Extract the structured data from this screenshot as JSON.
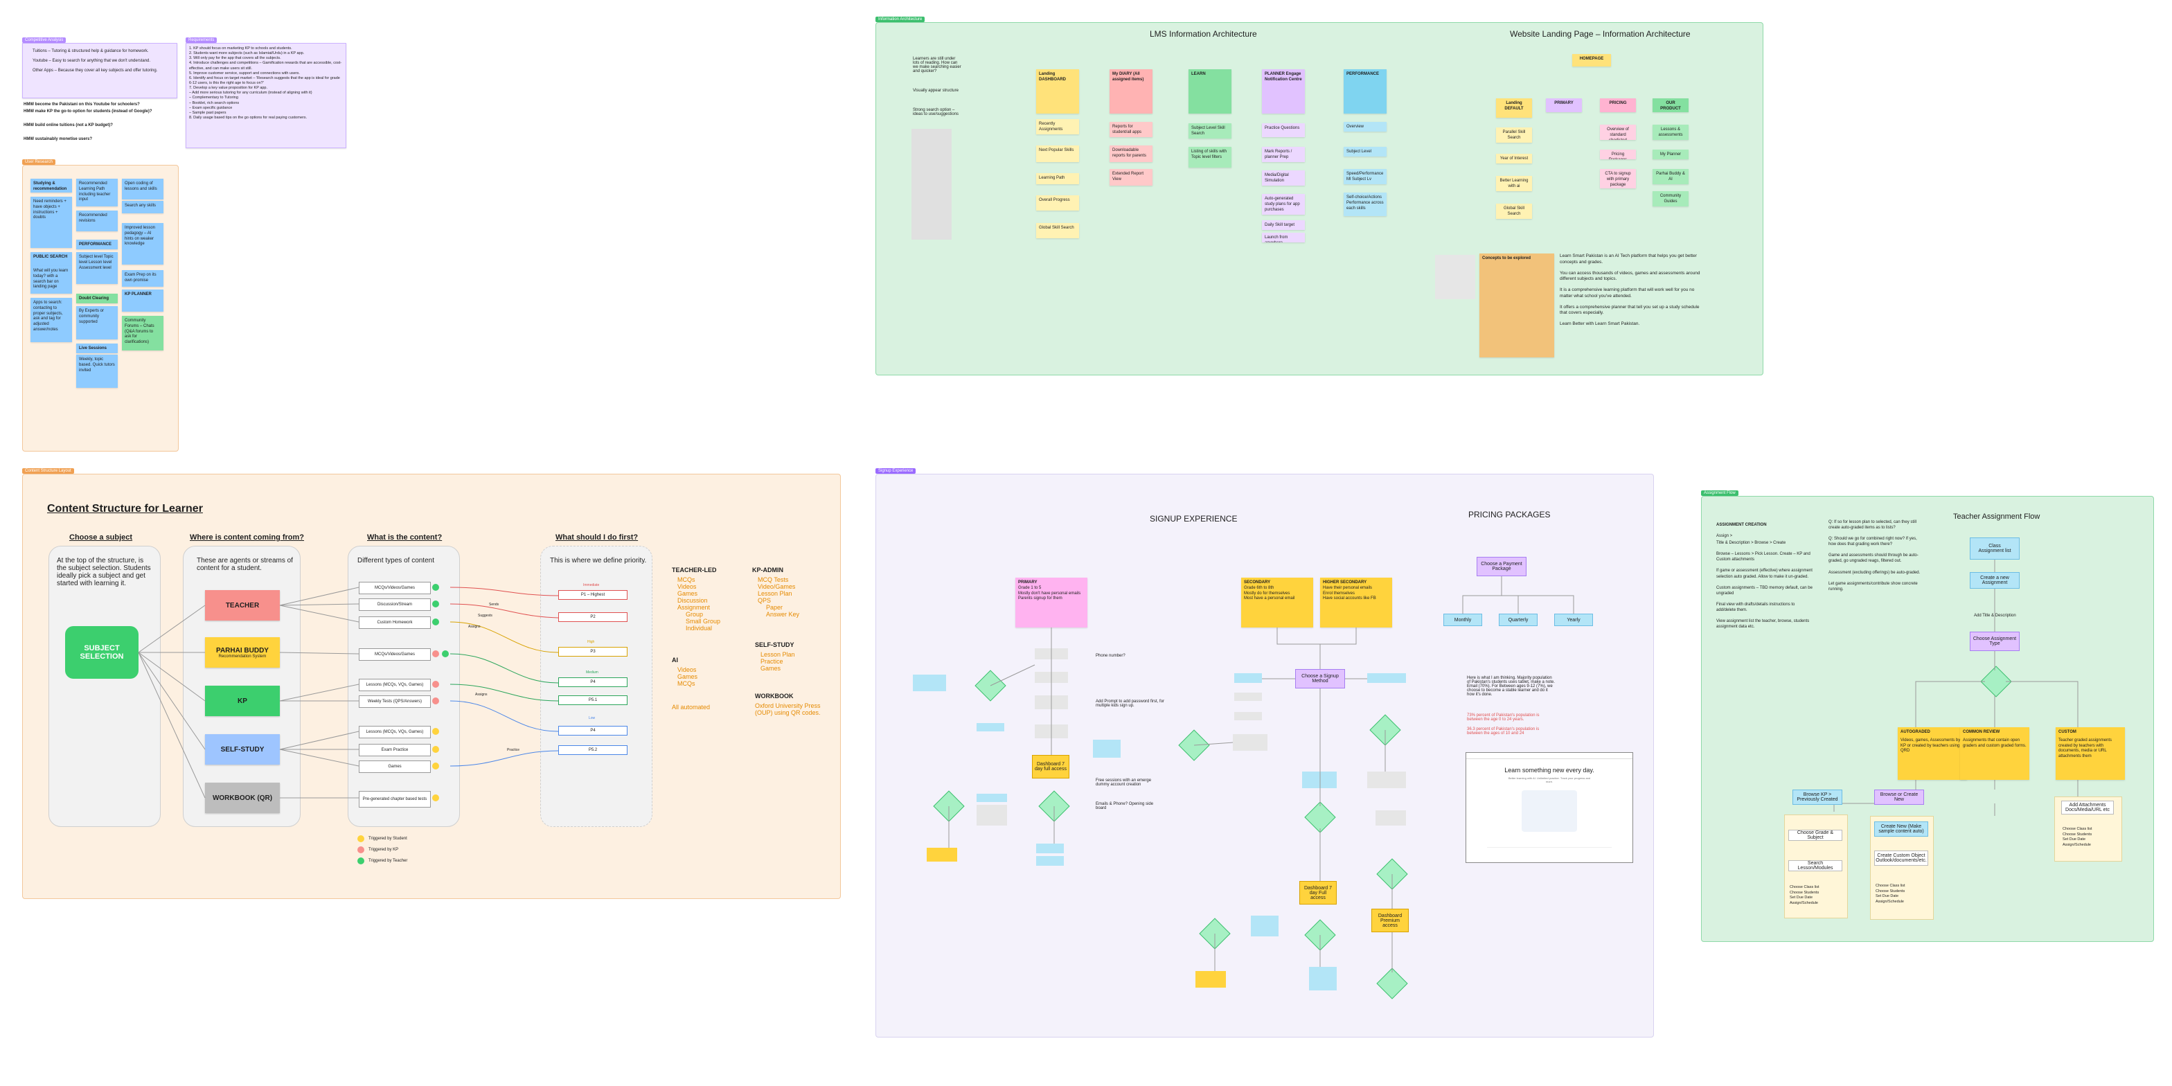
{
  "colors": {
    "sticky_purple": "#e8d9ff",
    "sticky_blue": "#8ecbff",
    "sticky_green": "#84e0a0",
    "sticky_yellow": "#ffe27a",
    "sticky_pink": "#ffb3d1",
    "section_green": "#d9f2e0",
    "section_orange": "#fdf0e1",
    "section_lavender": "#f4f2fb",
    "brand_green": "#3ccf6e",
    "teacher_red": "#f7908c",
    "parhai_yellow": "#ffd33d",
    "self_blue": "#9ec5ff",
    "workbook_grey": "#bdbdbd"
  },
  "top_left": {
    "section_a_tag": "Competitive Analysis",
    "notes_card_1": [
      "Tuitions – Tutoring & structured help & guidance for homework.",
      "Youtube – Easy to search for anything that we don't understand.",
      "Other Apps – Because they cover all key subjects and offer tutoring."
    ],
    "section_b_tag": "Requirements",
    "notes_card_2": [
      "1. KP should focus on marketing KP to schools and students.",
      "2. Students want more subjects (such as Islamiat/Urdu) in a KP app.",
      "3. Will only pay for the app that covers all the subjects.",
      "4. Introduce challenges and competitions – Gamification rewards that are accessible, cost-effective, and can make users sit still.",
      "5. Improve customer service, support and connections with users.",
      "6. Identify and focus on target market – 'Research suggests that the app is ideal for grade 6-12 users, is this the right age to focus on?'",
      "7. Develop a key value proposition for KP app.",
      "   – Add more serious tutoring for any curriculum (instead of aligning with it)",
      "   – Complementary to Tutoring",
      "   – Booklet, rich search options",
      "   – Exam specific guidance",
      "   – Sample past papers",
      "8. Daily usage based tips on the go options for real paying customers."
    ],
    "questions": [
      "HMW become the Pakistani on this Youtube for schoolers?",
      "HMW make KP the go-to option for students (instead of Google)?",
      "HMW build online tuitions (not a KP budget)?",
      "HMW sustainably monetise users?"
    ]
  },
  "user_research": {
    "tag": "User Research",
    "col1": [
      "Studying & recommendation",
      "Need reminders + have objects + instructions + doubts",
      "PUBLIC SEARCH",
      "What will you learn today? with a search bar on landing page",
      "Apps to search: contacting to proper subjects, ask and tag for adjusted answer/notes"
    ],
    "col2": [
      "Recommended Learning Path including teacher input",
      "Recommended revisions",
      "PERFORMANCE",
      "Subject level Topic level Lesson level Assessment level",
      "Doubt Clearing",
      "By Experts or community supported",
      "Live Sessions",
      "Weekly, topic based. Quick tutors invited"
    ],
    "col3": [
      "Open coding of lessons and skills",
      "Search any skills",
      "Improved lesson pedagogy – AI hints on weaker knowledge",
      "Exam Prep on its own promise",
      "KP PLANNER",
      "Community Forums – Chats (Q&A forums to ask for clarifications)"
    ]
  },
  "ia": {
    "tag": "Information Architecture",
    "title_lms": "LMS Information Architecture",
    "title_web": "Website Landing Page – Information Architecture",
    "notes_left": [
      "Learners are still under lots of reading. How can we make searching easier and quicker?",
      "Visually appear structure",
      "Strong search option – ideas to use/suggestions"
    ],
    "lms_cols": [
      {
        "head": "Landing DASHBOARD",
        "items": [
          "Recently Assignments",
          "Next Popular Skills",
          "Learning Path",
          "Overall Progress",
          "Global Skill Search"
        ]
      },
      {
        "head": "My DIARY (All assigned items)",
        "items": [
          "Reports for student/all apps",
          "Downloadable reports for parents",
          "Extended Report View"
        ]
      },
      {
        "head": "LEARN",
        "items": [
          "Subject Level Skill Search",
          "Listing of skills with Topic level filters"
        ]
      },
      {
        "head": "PLANNER Engage Notification Centre",
        "items": [
          "Practice Questions",
          "Mark Reports / planner Prep",
          "Media/Digital Simulation",
          "Auto-generated study plans for app purchases",
          "Daily Skill target",
          "Launch from anywhere"
        ]
      },
      {
        "head": "PERFORMANCE",
        "items": [
          "Overview",
          "Subject Level",
          "Speed/Performance Ml Subject Lv",
          "Self-choice/Actions Performance across each skills"
        ]
      }
    ],
    "web_root": "HOMEPAGE",
    "web_cols": [
      {
        "head": "Landing DEFAULT",
        "items": [
          "Parallel Skill Search",
          "Year of Interest",
          "Better Learning with ai",
          "Global Skill Search"
        ]
      },
      {
        "head": "PRIMARY",
        "items": []
      },
      {
        "head": "PRICING",
        "items": [
          "Overview of standard shorlisted",
          "Pricing Packages",
          "CTA to signup with primary package"
        ]
      },
      {
        "head": "OUR PRODUCT",
        "items": [
          "Lessons & assessments",
          "My Planner",
          "Parhai Buddy & AI",
          "Community Guides"
        ]
      }
    ],
    "design_concepts_head": "Concepts to be explored",
    "paragraphs": [
      "Learn Smart Pakistan is an AI Tech platform that helps you get better concepts and grades.",
      "You can access thousands of videos, games and assessments around different subjects and topics.",
      "It is a comprehensive learning platform that will work well for you no matter what school you've attended.",
      "It offers a comprehensive planner that tell you set up a study schedule that covers especially.",
      "Learn Better with Learn Smart Pakistan."
    ]
  },
  "content": {
    "tag": "Content Structure Layout",
    "title": "Content Structure for Learner",
    "col_heads": [
      "Choose a subject",
      "Where is content coming from?",
      "What is the content?",
      "What should I do first?"
    ],
    "col1_text": "At the top of the structure, is the subject selection. Students ideally pick a subject and get started with learning it.",
    "subject_btn": "SUBJECT SELECTION",
    "col2_text": "These are agents or streams of content for a student.",
    "sources": [
      {
        "label": "TEACHER",
        "sub": ""
      },
      {
        "label": "PARHAI BUDDY",
        "sub": "Recommendation System"
      },
      {
        "label": "KP",
        "sub": ""
      },
      {
        "label": "SELF-STUDY",
        "sub": ""
      },
      {
        "label": "WORKBOOK (QR)",
        "sub": ""
      }
    ],
    "col3_text": "Different types of content",
    "items": [
      "MCQs/Videos/Games",
      "Discussion/Stream",
      "Custom Homework",
      "MCQs/Videos/Games",
      "Lessons (MCQs, VQs, Games)",
      "Weekly Tests (QPS/Answers)",
      "Lessons (MCQs, VQs, Games)",
      "Exam Practice",
      "Games",
      "Pre-generated chapter based tests"
    ],
    "col4_text": "This is where we define priority.",
    "priorities": [
      "P1 – Highest",
      "P2",
      "P3",
      "P4",
      "P5.1",
      "P4",
      "P5.2"
    ],
    "priority_labels": [
      "Immediate",
      "High",
      "Medium",
      "Low"
    ],
    "edge_labels": [
      "Sends",
      "Suggests",
      "Assigns",
      "Assigns",
      "Practice"
    ],
    "legend": [
      "Triggered by Student",
      "Triggered by KP",
      "Triggered by Teacher"
    ],
    "lists": [
      {
        "head": "TEACHER-LED",
        "items": [
          "MCQs",
          "Videos",
          "Games",
          "Discussion",
          "Assignment",
          "Group",
          "Small Group",
          "Individual"
        ]
      },
      {
        "head": "KP-ADMIN",
        "items": [
          "MCQ Tests",
          "Video/Games",
          "Lesson Plan",
          "QPS",
          "Paper",
          "Answer Key"
        ]
      },
      {
        "head": "AI",
        "items": [
          "Videos",
          "Games",
          "MCQs"
        ]
      },
      {
        "head": "SELF-STUDY",
        "items": [
          "Lesson Plan",
          "Practice",
          "Games"
        ]
      },
      {
        "head": "WORKBOOK",
        "items": [
          "Oxford University Press (OUP) using QR codes."
        ]
      }
    ],
    "all_automated": "All automated"
  },
  "signup": {
    "tag": "Signup Experience",
    "title_signup": "SIGNUP EXPERIENCE",
    "title_pricing": "PRICING PACKAGES",
    "primary": {
      "head": "PRIMARY",
      "lines": [
        "Grade 1 to 5",
        "Mostly don't have personal emails",
        "Parents signup for them"
      ]
    },
    "secondary": {
      "head": "SECONDARY",
      "lines": [
        "Grade 6th to 8th",
        "Mostly do for themselves",
        "Most have a personal email"
      ]
    },
    "higher": {
      "head": "HIGHER SECONDARY",
      "lines": [
        "Have their personal emails",
        "Enrol themselves",
        "Have social accounts like FB"
      ]
    },
    "choose_package": "Choose a Payment Package",
    "packages": [
      "Monthly",
      "Quarterly",
      "Yearly"
    ],
    "choose_signup": "Choose a Signup Method",
    "dashboard_1": "Dashboard 7 day full access",
    "dashboard_2": "Dashboard 7 day Full access",
    "dashboard_3": "Dashboard Premium access",
    "notes": [
      "Phone number?",
      "Add Prompt to add password first, for multiple kids sign up.",
      "Free sessions with an emerge dummy account creation",
      "Emails & Phone? Opening side board"
    ],
    "research_text": "Here is what I am thinking. Majority population of Pakistan's students uses tablet, make a note. Email (70%). For Between ages 9-12 (7%), we choose to become a stable learner and do it how it's done.",
    "stat_1": "73% percent of Pakistan's population is between the age 0 to 24 years.",
    "stat_2": "36.3 percent of Pakistan's population is between the ages of 10 and 24",
    "mock_headline": "Learn something new every day.",
    "mock_sub": "Better learning with AI. Unlimited practice. Track your progress and more."
  },
  "teacher": {
    "tag": "Assignment Flow",
    "title": "Teacher Assignment Flow",
    "left_head": "ASSIGNMENT CREATION",
    "left_lines": [
      "Assign >",
      "Title & Description > Browse > Create",
      "Browse – Lessons > Pick Lesson. Create – KP and Custom attachments",
      "If game or assessment (effective) where assignment selection auto graded. Allow to make it un-graded.",
      "Custom assignments – TBD memory default, can be ungraded",
      "Final view with drafts/details instructions to add/delete them.",
      "View assignment list the teacher, browse, students assignment data etc."
    ],
    "right_lines": [
      "Q: If so for lesson plan to selected, can they still create auto-graded items as to lists?",
      "Q: Should we go for combined right now? If yes, how does that grading work there?",
      "Game and assessments should through be auto-graded, go ungraded reags, filtered out.",
      "Assessment (excluding offerings) be auto-graded.",
      "Let game assignments/contribute show concrete running."
    ],
    "nodes": [
      "Class",
      "Assignment list",
      "Create a new Assignment",
      "Add Title & Description",
      "Choose Assignment Type"
    ],
    "types": [
      {
        "head": "AUTOGRADED",
        "text": "Videos, games, Assessments by KP or created by teachers using QRD",
        "btn": "Browse KP > Previously Created",
        "sub": "Choose Grade & Subject",
        "sub2": "Search Lesson/Modules"
      },
      {
        "head": "COMMON REVIEW",
        "text": "Assignments that contain open graders and custom graded forms.",
        "btn": "Browse or Create New",
        "sub": "Create New (Make sample content auto)",
        "sub2": "Create Custom Object Outlook/documents/etc."
      },
      {
        "head": "CUSTOM",
        "text": "Teacher graded assignments created by teachers with documents, media or URL attachments them",
        "btn": "",
        "sub": "Add Attachments Docs/Media/URL etc",
        "sub2": ""
      }
    ],
    "checklist": [
      "Choose Class list",
      "Choose Students",
      "Set Due Date",
      "Assign/Schedule"
    ]
  }
}
